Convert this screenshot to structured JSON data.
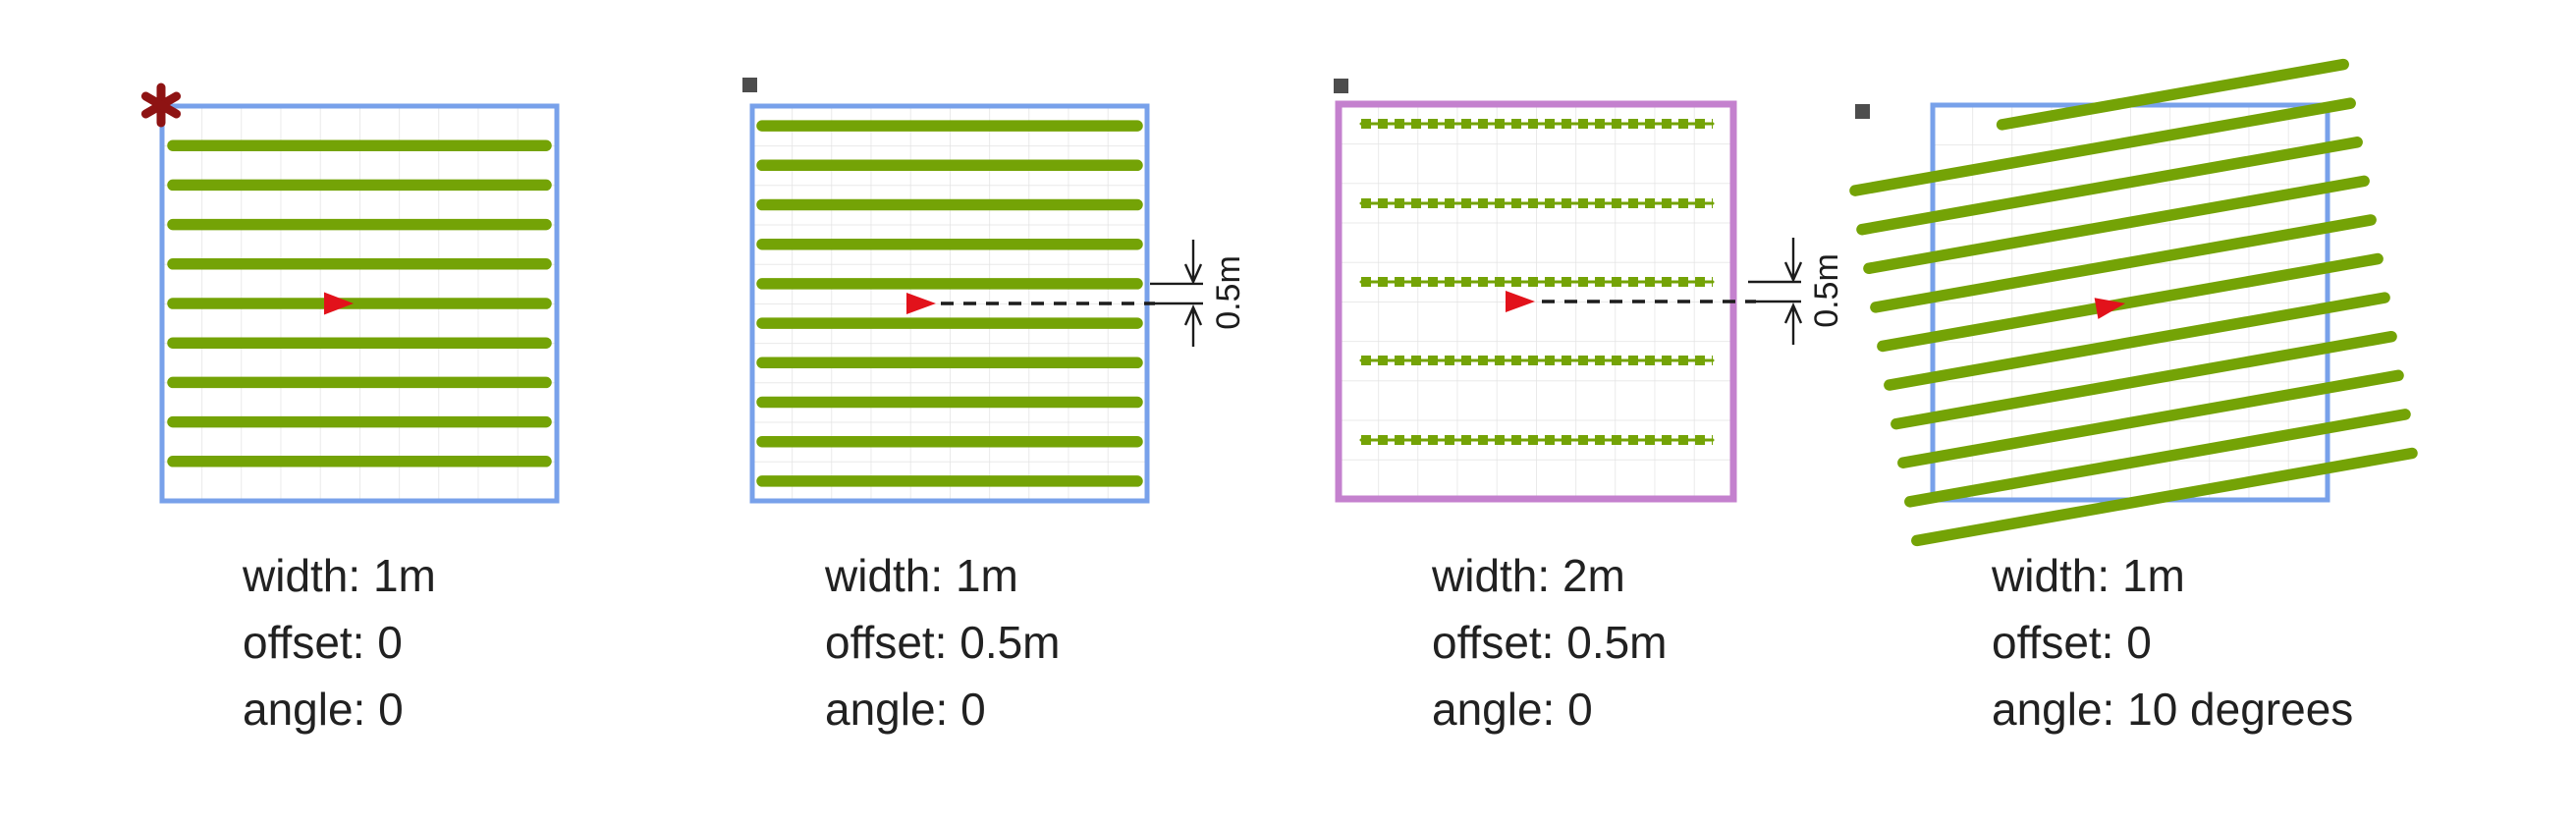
{
  "figure": {
    "title": "coverage-path-parameters",
    "panels": [
      {
        "id": "panel-1",
        "corner_marker": "asterisk-icon",
        "boundary_color": "#78A1EA",
        "path_style": "solid",
        "num_passes": 9,
        "lines": [
          "width: 1m",
          "offset: 0",
          "angle: 0"
        ]
      },
      {
        "id": "panel-2",
        "corner_marker": "square-handle-icon",
        "boundary_color": "#78A1EA",
        "path_style": "solid",
        "num_passes": 10,
        "dimension_label": "0.5m",
        "lines": [
          "width: 1m",
          "offset: 0.5m",
          "angle: 0"
        ]
      },
      {
        "id": "panel-3",
        "corner_marker": "square-handle-icon",
        "boundary_color": "#C481CE",
        "path_style": "dotted",
        "num_passes": 5,
        "dimension_label": "0.5m",
        "lines": [
          "width: 2m",
          "offset: 0.5m",
          "angle: 0"
        ]
      },
      {
        "id": "panel-4",
        "corner_marker": "square-handle-icon",
        "boundary_color": "#78A1EA",
        "path_style": "solid",
        "num_passes": 11,
        "lines": [
          "width: 1m",
          "offset: 0",
          "angle: 10 degrees"
        ]
      }
    ],
    "colors": {
      "green": "#74A306",
      "blue": "#78A1EA",
      "purple": "#C481CE",
      "red": "#E2121B",
      "darkred": "#8E1313",
      "gray": "#4D4D4D",
      "grid": "#E2E2E2",
      "ink": "#1C1C1C",
      "text": "#212121",
      "bg": "#FFFFFF"
    }
  }
}
